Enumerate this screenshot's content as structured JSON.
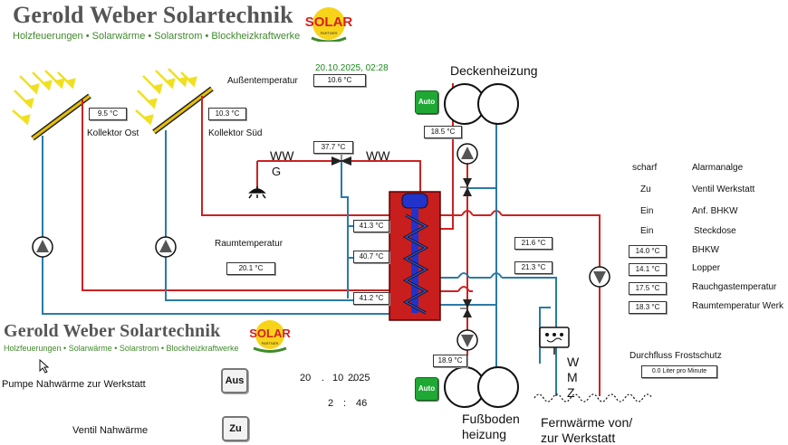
{
  "header": {
    "company": "Gerold Weber Solartechnik",
    "tagline": "Holzfeuerungen • Solarwärme • Solarstrom • Blockheizkraftwerke",
    "logo_text": "SOLAR",
    "logo_sub": "PARTNER"
  },
  "datetime": "20.10.2025, 02:28",
  "outside_temp": {
    "label": "Außentemperatur",
    "value": "10.6 °C"
  },
  "collectors": {
    "east": {
      "label": "Kollektor Ost",
      "value": "9.5 °C"
    },
    "south": {
      "label": "Kollektor Süd",
      "value": "10.3 °C"
    }
  },
  "room_temp": {
    "label": "Raumtemperatur",
    "value": "20.1 °C"
  },
  "ww_line": {
    "left_label": "WW",
    "left_sub": "G",
    "right_label": "WW",
    "value": "37.7 °C"
  },
  "tank": {
    "top": "41.3 °C",
    "mid": "40.7 °C",
    "bottom": "41.2 °C"
  },
  "lines": {
    "flow": "21.6 °C",
    "return": "21.3 °C"
  },
  "ceiling": {
    "label": "Deckenheizung",
    "mode": "Auto",
    "value": "18.5 °C"
  },
  "floor": {
    "label_1": "Fußboden",
    "label_2": "heizung",
    "mode": "Auto",
    "value": "18.9 °C"
  },
  "district": {
    "label_1": "Fernwärme von/",
    "label_2": "zur Werkstatt",
    "wmz": [
      "W",
      "M",
      "Z"
    ]
  },
  "status_panel": [
    {
      "state": "scharf",
      "name": "Alarmanalge"
    },
    {
      "state": "Zu",
      "name": "Ventil Werkstatt"
    },
    {
      "state": "Ein",
      "name": "Anf. BHKW"
    },
    {
      "state": "Ein",
      "name": "Steckdose"
    }
  ],
  "temp_panel": [
    {
      "value": "14.0 °C",
      "name": "BHKW"
    },
    {
      "value": "14.1 °C",
      "name": "Lopper"
    },
    {
      "value": "17.5 °C",
      "name": "Rauchgastemperatur"
    },
    {
      "value": "18.3 °C",
      "name": "Raumtemperatur Werk"
    }
  ],
  "frost": {
    "label": "Durchfluss Frostschutz",
    "value": "0.0 Liter pro Minute"
  },
  "controls": {
    "pump_label": "Pumpe  Nahwärme zur Werkstatt",
    "pump_button": "Aus",
    "valve_label": "Ventil Nahwärme",
    "valve_button": "Zu",
    "date_day": "20",
    "date_sep1": ".",
    "date_month": "10",
    "date_sep2": ".",
    "date_year": "2025",
    "time_hour": "2",
    "time_sep": ":",
    "time_min": "46"
  },
  "colors": {
    "hot": "#cc2222",
    "cold": "#2a7aa8",
    "tank": "#c81e1e",
    "brand_green": "#3e8a2a",
    "auto_green": "#1fa834"
  },
  "icons": [
    "sun-rays-icon",
    "solar-collector-icon",
    "pump-icon",
    "valve-icon",
    "heat-exchanger-icon",
    "shower-icon",
    "heat-meter-icon",
    "mouse-cursor-icon"
  ]
}
